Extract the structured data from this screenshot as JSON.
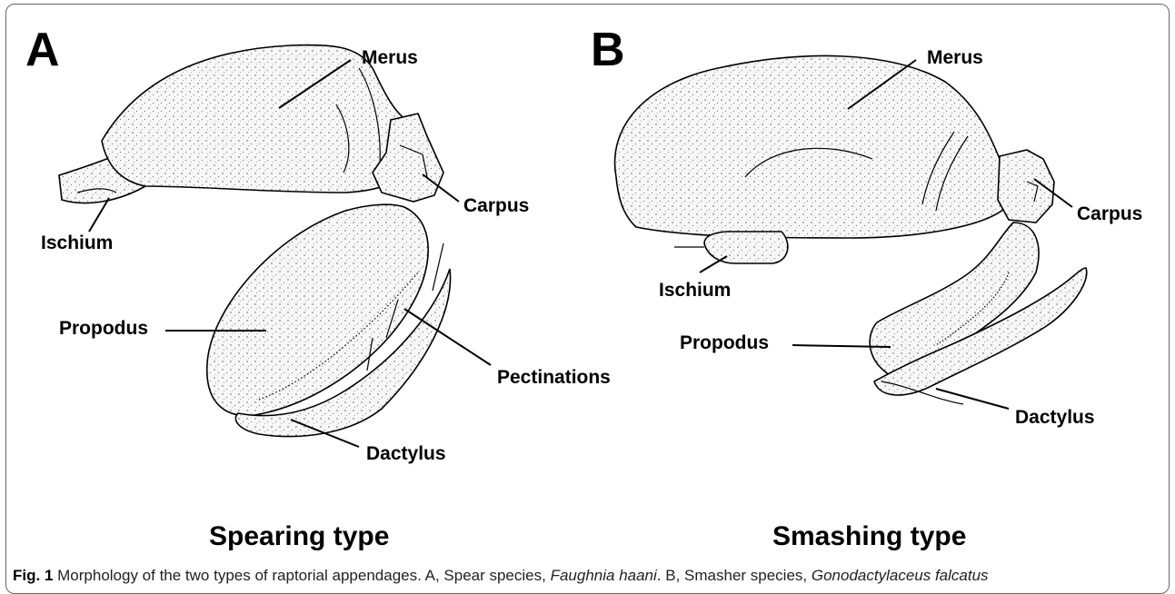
{
  "panels": {
    "a": {
      "letter": "A",
      "type_label": "Spearing type",
      "labels": {
        "merus": "Merus",
        "carpus": "Carpus",
        "ischium": "Ischium",
        "propodus": "Propodus",
        "pectinations": "Pectinations",
        "dactylus": "Dactylus"
      }
    },
    "b": {
      "letter": "B",
      "type_label": "Smashing type",
      "labels": {
        "merus": "Merus",
        "carpus": "Carpus",
        "ischium": "Ischium",
        "propodus": "Propodus",
        "dactylus": "Dactylus"
      }
    }
  },
  "caption": {
    "fig_number": "Fig. 1",
    "text_1": " Morphology of the two types of raptorial appendages. A, Spear species, ",
    "species_a": "Faughnia haani",
    "text_2": ". B, Smasher species, ",
    "species_b": "Gonodactylaceus falcatus"
  }
}
